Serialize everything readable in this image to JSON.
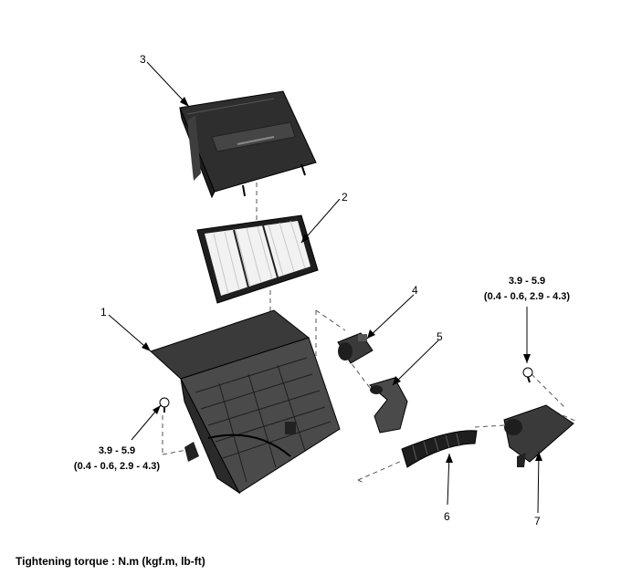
{
  "callouts": {
    "c1": "1",
    "c2": "2",
    "c3": "3",
    "c4": "4",
    "c5": "5",
    "c6": "6",
    "c7": "7"
  },
  "torque_left": {
    "line1": "3.9 - 5.9",
    "line2": "(0.4 - 0.6, 2.9 - 4.3)"
  },
  "torque_right": {
    "line1": "3.9 - 5.9",
    "line2": "(0.4 - 0.6, 2.9 - 4.3)"
  },
  "legend": "Tightening torque : N.m (kgf.m, lb-ft)",
  "colors": {
    "part_dark": "#2e2e2e",
    "part_mid": "#4a4a4a",
    "filter_media": "#f2f2f2",
    "line": "#000000"
  }
}
